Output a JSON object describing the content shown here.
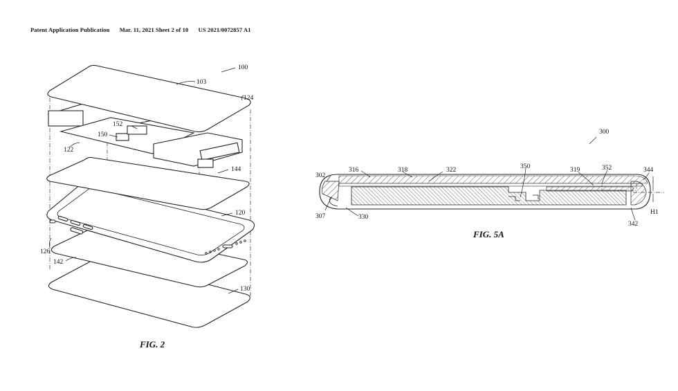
{
  "header": {
    "left": "Patent Application Publication",
    "date_sheet": "Mar. 11, 2021  Sheet 2 of 10",
    "number": "US 2021/0072857 A1"
  },
  "fig2": {
    "caption": "FIG. 2",
    "labels": {
      "l100": "100",
      "l103": "103",
      "l124": "124",
      "l152": "152",
      "l150": "150",
      "l122": "122",
      "l144": "144",
      "l120": "120",
      "l126": "126",
      "l142": "142",
      "l130": "130"
    }
  },
  "fig5a": {
    "caption": "FIG. 5A",
    "labels": {
      "l300": "300",
      "l302": "302",
      "l316": "316",
      "l318": "318",
      "l322": "322",
      "l350": "350",
      "l319": "319",
      "l352": "352",
      "l344": "344",
      "l307": "307",
      "l330": "330",
      "l342": "342",
      "lH1": "H1"
    }
  }
}
